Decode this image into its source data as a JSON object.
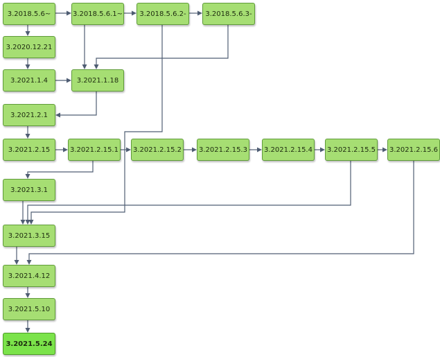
{
  "nodes": [
    {
      "id": "v2018_5_6",
      "label": "3.2018.5.6~"
    },
    {
      "id": "v2018_5_6_1",
      "label": "3.2018.5.6.1~"
    },
    {
      "id": "v2018_5_6_2",
      "label": "3.2018.5.6.2-"
    },
    {
      "id": "v2018_5_6_3",
      "label": "3.2018.5.6.3-"
    },
    {
      "id": "v2020_12_21",
      "label": "3.2020.12.21"
    },
    {
      "id": "v2021_1_4",
      "label": "3.2021.1.4"
    },
    {
      "id": "v2021_1_18",
      "label": "3.2021.1.18"
    },
    {
      "id": "v2021_2_1",
      "label": "3.2021.2.1"
    },
    {
      "id": "v2021_2_15",
      "label": "3.2021.2.15"
    },
    {
      "id": "v2021_2_15_1",
      "label": "3.2021.2.15.1"
    },
    {
      "id": "v2021_2_15_2",
      "label": "3.2021.2.15.2"
    },
    {
      "id": "v2021_2_15_3",
      "label": "3.2021.2.15.3"
    },
    {
      "id": "v2021_2_15_4",
      "label": "3.2021.2.15.4"
    },
    {
      "id": "v2021_2_15_5",
      "label": "3.2021.2.15.5"
    },
    {
      "id": "v2021_2_15_6",
      "label": "3.2021.2.15.6"
    },
    {
      "id": "v2021_3_1",
      "label": "3.2021.3.1"
    },
    {
      "id": "v2021_3_15",
      "label": "3.2021.3.15"
    },
    {
      "id": "v2021_4_12",
      "label": "3.2021.4.12"
    },
    {
      "id": "v2021_5_10",
      "label": "3.2021.5.10"
    },
    {
      "id": "v2021_5_24",
      "label": "3.2021.5.24",
      "current": true
    }
  ],
  "edges": [
    {
      "from": "v2018_5_6",
      "to": "v2018_5_6_1"
    },
    {
      "from": "v2018_5_6_1",
      "to": "v2018_5_6_2"
    },
    {
      "from": "v2018_5_6_2",
      "to": "v2018_5_6_3"
    },
    {
      "from": "v2018_5_6",
      "to": "v2020_12_21"
    },
    {
      "from": "v2020_12_21",
      "to": "v2021_1_4"
    },
    {
      "from": "v2021_1_4",
      "to": "v2021_1_18"
    },
    {
      "from": "v2018_5_6_1",
      "to": "v2021_1_18"
    },
    {
      "from": "v2018_5_6_3",
      "to": "v2021_1_18"
    },
    {
      "from": "v2021_1_18",
      "to": "v2021_2_1"
    },
    {
      "from": "v2021_2_1",
      "to": "v2021_2_15"
    },
    {
      "from": "v2021_2_15",
      "to": "v2021_2_15_1"
    },
    {
      "from": "v2021_2_15_1",
      "to": "v2021_2_15_2"
    },
    {
      "from": "v2021_2_15_2",
      "to": "v2021_2_15_3"
    },
    {
      "from": "v2021_2_15_3",
      "to": "v2021_2_15_4"
    },
    {
      "from": "v2021_2_15_4",
      "to": "v2021_2_15_5"
    },
    {
      "from": "v2021_2_15_5",
      "to": "v2021_2_15_6"
    },
    {
      "from": "v2021_2_15_1",
      "to": "v2021_3_1"
    },
    {
      "from": "v2021_3_1",
      "to": "v2021_3_15"
    },
    {
      "from": "v2021_2_15_5",
      "to": "v2021_3_15"
    },
    {
      "from": "v2018_5_6_2",
      "to": "v2021_3_15"
    },
    {
      "from": "v2021_3_15",
      "to": "v2021_4_12"
    },
    {
      "from": "v2021_2_15_6",
      "to": "v2021_4_12"
    },
    {
      "from": "v2021_4_12",
      "to": "v2021_5_10"
    },
    {
      "from": "v2021_5_10",
      "to": "v2021_5_24"
    }
  ],
  "colors": {
    "node_fill": "#a6de73",
    "node_border": "#5f9b3a",
    "current_fill": "#7be34a",
    "edge": "#4f5d73"
  }
}
